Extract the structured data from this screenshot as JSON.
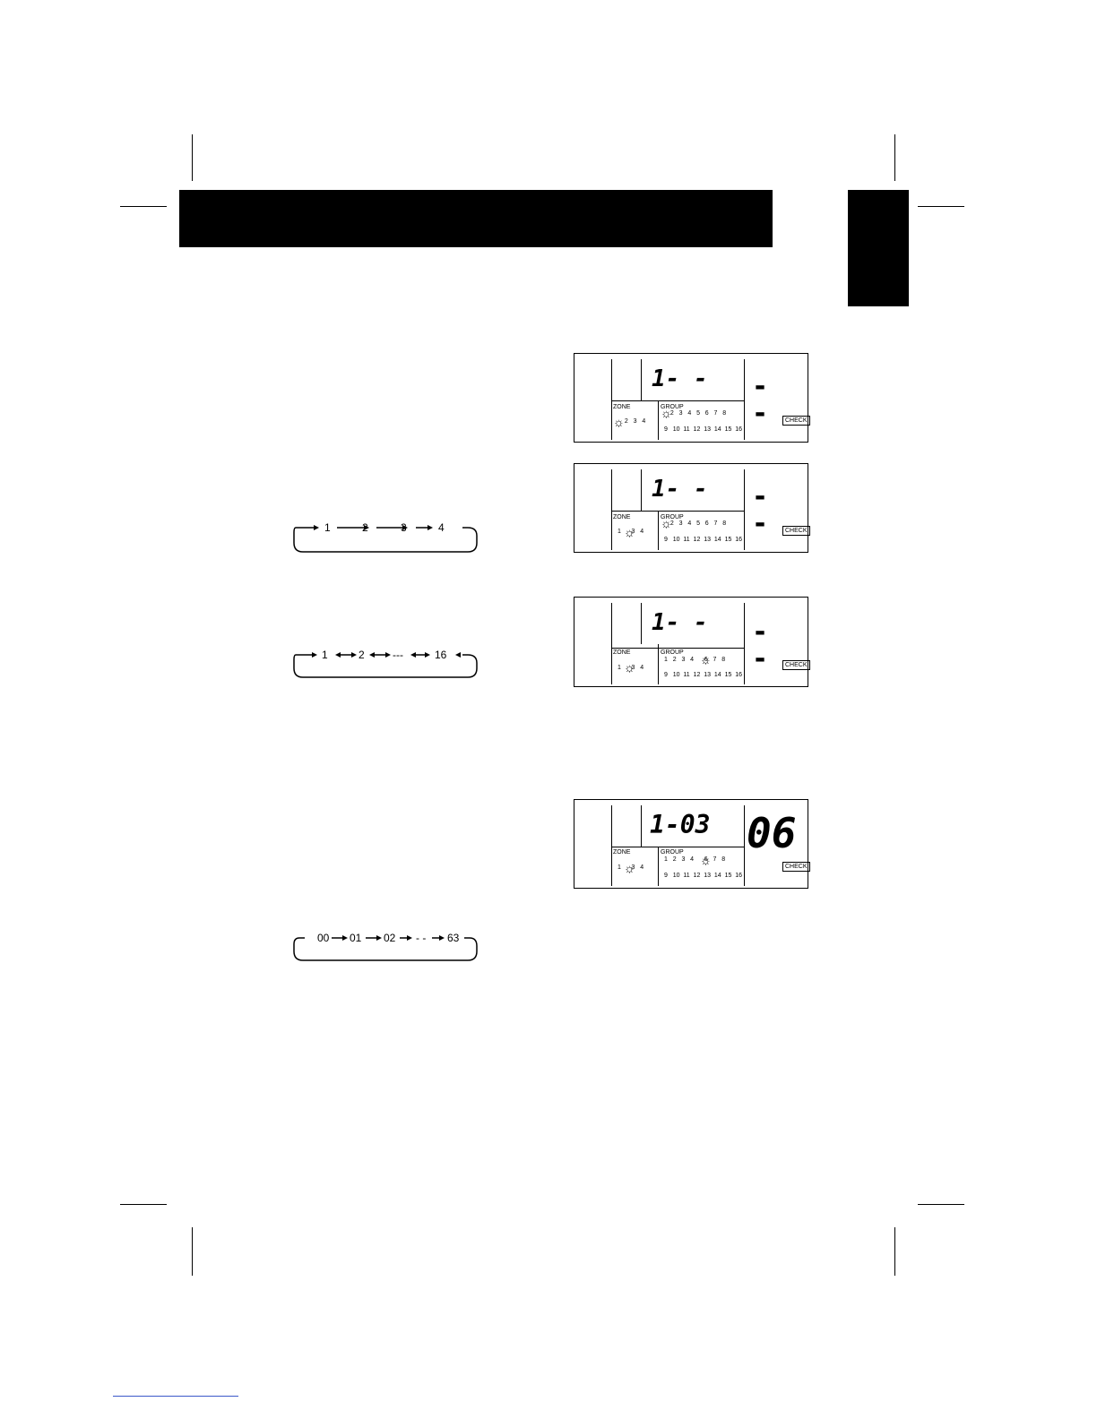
{
  "lcd_common": {
    "zone_label": "ZONE",
    "group_label": "GROUP",
    "check_label": "CHECK",
    "group_row2": "9   10  11  12  13  14  15  16"
  },
  "lcd1": {
    "main": "1- -",
    "right": "- -",
    "zone_row": "  2   3   4",
    "group_row1": "  2   3   4   5   6   7   8",
    "flashing": "zone 1, group 1"
  },
  "lcd2": {
    "main": "1- -",
    "right": "- -",
    "zone_row": "1      3   4",
    "group_row1": "  2   3   4   5   6   7   8",
    "flashing": "zone 2, group 1"
  },
  "lcd3": {
    "main": "1- -",
    "right": "- -",
    "zone_row": "1      3   4",
    "group_row1": "1   2   3   4      6   7   8",
    "flashing": "zone 2, group 5"
  },
  "lcd4": {
    "main": "1-03",
    "right": "06",
    "zone_row": "1      3   4",
    "group_row1": "1   2   3   4      6   7   8",
    "flashing": "zone 2, group 5"
  },
  "sequences": {
    "zone": [
      "1",
      "2",
      "3",
      "4"
    ],
    "group": [
      "1",
      "2",
      "---",
      "16"
    ],
    "address": [
      "00",
      "01",
      "02",
      "- -",
      "63"
    ]
  },
  "icons": {
    "flashing": "sunburst-icon",
    "arrow": "arrow-right-icon",
    "double_arrow": "double-arrow-icon",
    "loop": "loop-return-icon"
  }
}
